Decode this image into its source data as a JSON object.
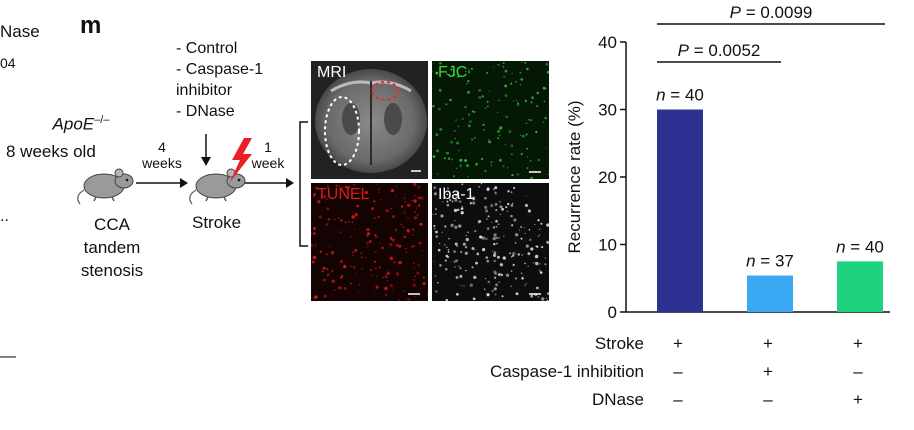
{
  "left_edge": {
    "fragment_top": "Nase",
    "fragment_sub": "04",
    "fragment_mid": "..",
    "fragment_low": "—"
  },
  "panel": {
    "letter": "m"
  },
  "schematic": {
    "treatments": [
      "- Control",
      "- Caspase-1",
      "inhibitor",
      "- DNase"
    ],
    "mouse_model": {
      "genotype": "ApoE",
      "superscript": "–/–",
      "age": "8 weeks old"
    },
    "surgery": [
      "CCA",
      "tandem",
      "stenosis"
    ],
    "interval1": {
      "n": "4",
      "unit": "weeks"
    },
    "event": "Stroke",
    "interval2": {
      "n": "1",
      "unit": "week"
    }
  },
  "micrographs": [
    {
      "label": "MRI",
      "label_color": "#ffffff"
    },
    {
      "label": "FJC",
      "label_color": "#3fd43f"
    },
    {
      "label": "TUNEL",
      "label_color": "#e01818"
    },
    {
      "label": "Iba-1",
      "label_color": "#ffffff"
    }
  ],
  "chart_data": {
    "type": "bar",
    "ylabel": "Recurrence rate (%)",
    "ylim": [
      0,
      40
    ],
    "yticks": [
      0,
      10,
      20,
      30,
      40
    ],
    "values": [
      30,
      5.4,
      7.5
    ],
    "colors": [
      "#2e3191",
      "#39a9f4",
      "#1ed37d"
    ],
    "n_labels": [
      "n = 40",
      "n = 37",
      "n = 40"
    ],
    "significance": [
      {
        "from": 0,
        "to": 1,
        "label": "P = 0.0052"
      },
      {
        "from": 0,
        "to": 2,
        "label": "P = 0.0099"
      }
    ],
    "conditions": [
      {
        "name": "Stroke",
        "values": [
          "+",
          "+",
          "+"
        ]
      },
      {
        "name": "Caspase-1 inhibition",
        "values": [
          "–",
          "+",
          "–"
        ]
      },
      {
        "name": "DNase",
        "values": [
          "–",
          "–",
          "+"
        ]
      }
    ]
  }
}
